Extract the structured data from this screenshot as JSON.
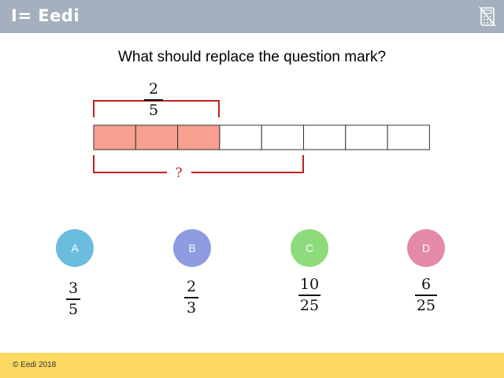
{
  "header": {
    "logo_text": "I= Eedi",
    "icon": "calculator-off-icon",
    "bg_color": "#a4b0bd"
  },
  "question": "What should replace the question mark?",
  "diagram": {
    "total_parts": 8,
    "shaded_parts": 3,
    "shade_color": "#f8a090",
    "top_label": {
      "numerator": "2",
      "denominator": "5"
    },
    "bottom_label": "?",
    "bracket_color": "#c02020"
  },
  "options": [
    {
      "letter": "A",
      "color": "#6bbde0",
      "numerator": "3",
      "denominator": "5"
    },
    {
      "letter": "B",
      "color": "#8f9be0",
      "numerator": "2",
      "denominator": "3"
    },
    {
      "letter": "C",
      "color": "#8edb7d",
      "numerator": "10",
      "denominator": "25"
    },
    {
      "letter": "D",
      "color": "#e38aa6",
      "numerator": "6",
      "denominator": "25"
    }
  ],
  "footer": {
    "copyright": "© Eedi 2018",
    "bg_color": "#fbd85f"
  }
}
